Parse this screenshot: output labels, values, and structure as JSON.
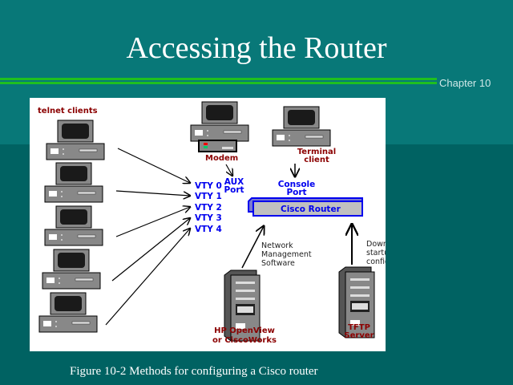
{
  "slide": {
    "title": "Accessing the Router",
    "chapter": "Chapter 10",
    "caption": "Figure 10-2  Methods for configuring a Cisco router"
  },
  "diagram": {
    "telnet_label": "telnet clients",
    "vty": [
      "VTY 0",
      "VTY 1",
      "VTY 2",
      "VTY 3",
      "VTY 4"
    ],
    "modem_label": "Modem",
    "terminal_label": [
      "Terminal",
      "client"
    ],
    "aux_label": [
      "AUX",
      "Port"
    ],
    "console_label": [
      "Console",
      "Port"
    ],
    "router_label": "Cisco Router",
    "nms_label": [
      "Network",
      "Management",
      "Software"
    ],
    "download_label": [
      "Download",
      "startup",
      "configuration"
    ],
    "hp_label": [
      "HP OpenView",
      "or CiscoWorks"
    ],
    "tftp_label": [
      "TFTP",
      "Server"
    ],
    "colors": {
      "device_label": "#8b0000",
      "port_label": "#0000ee",
      "router_fill": "#c0c0c0"
    }
  }
}
